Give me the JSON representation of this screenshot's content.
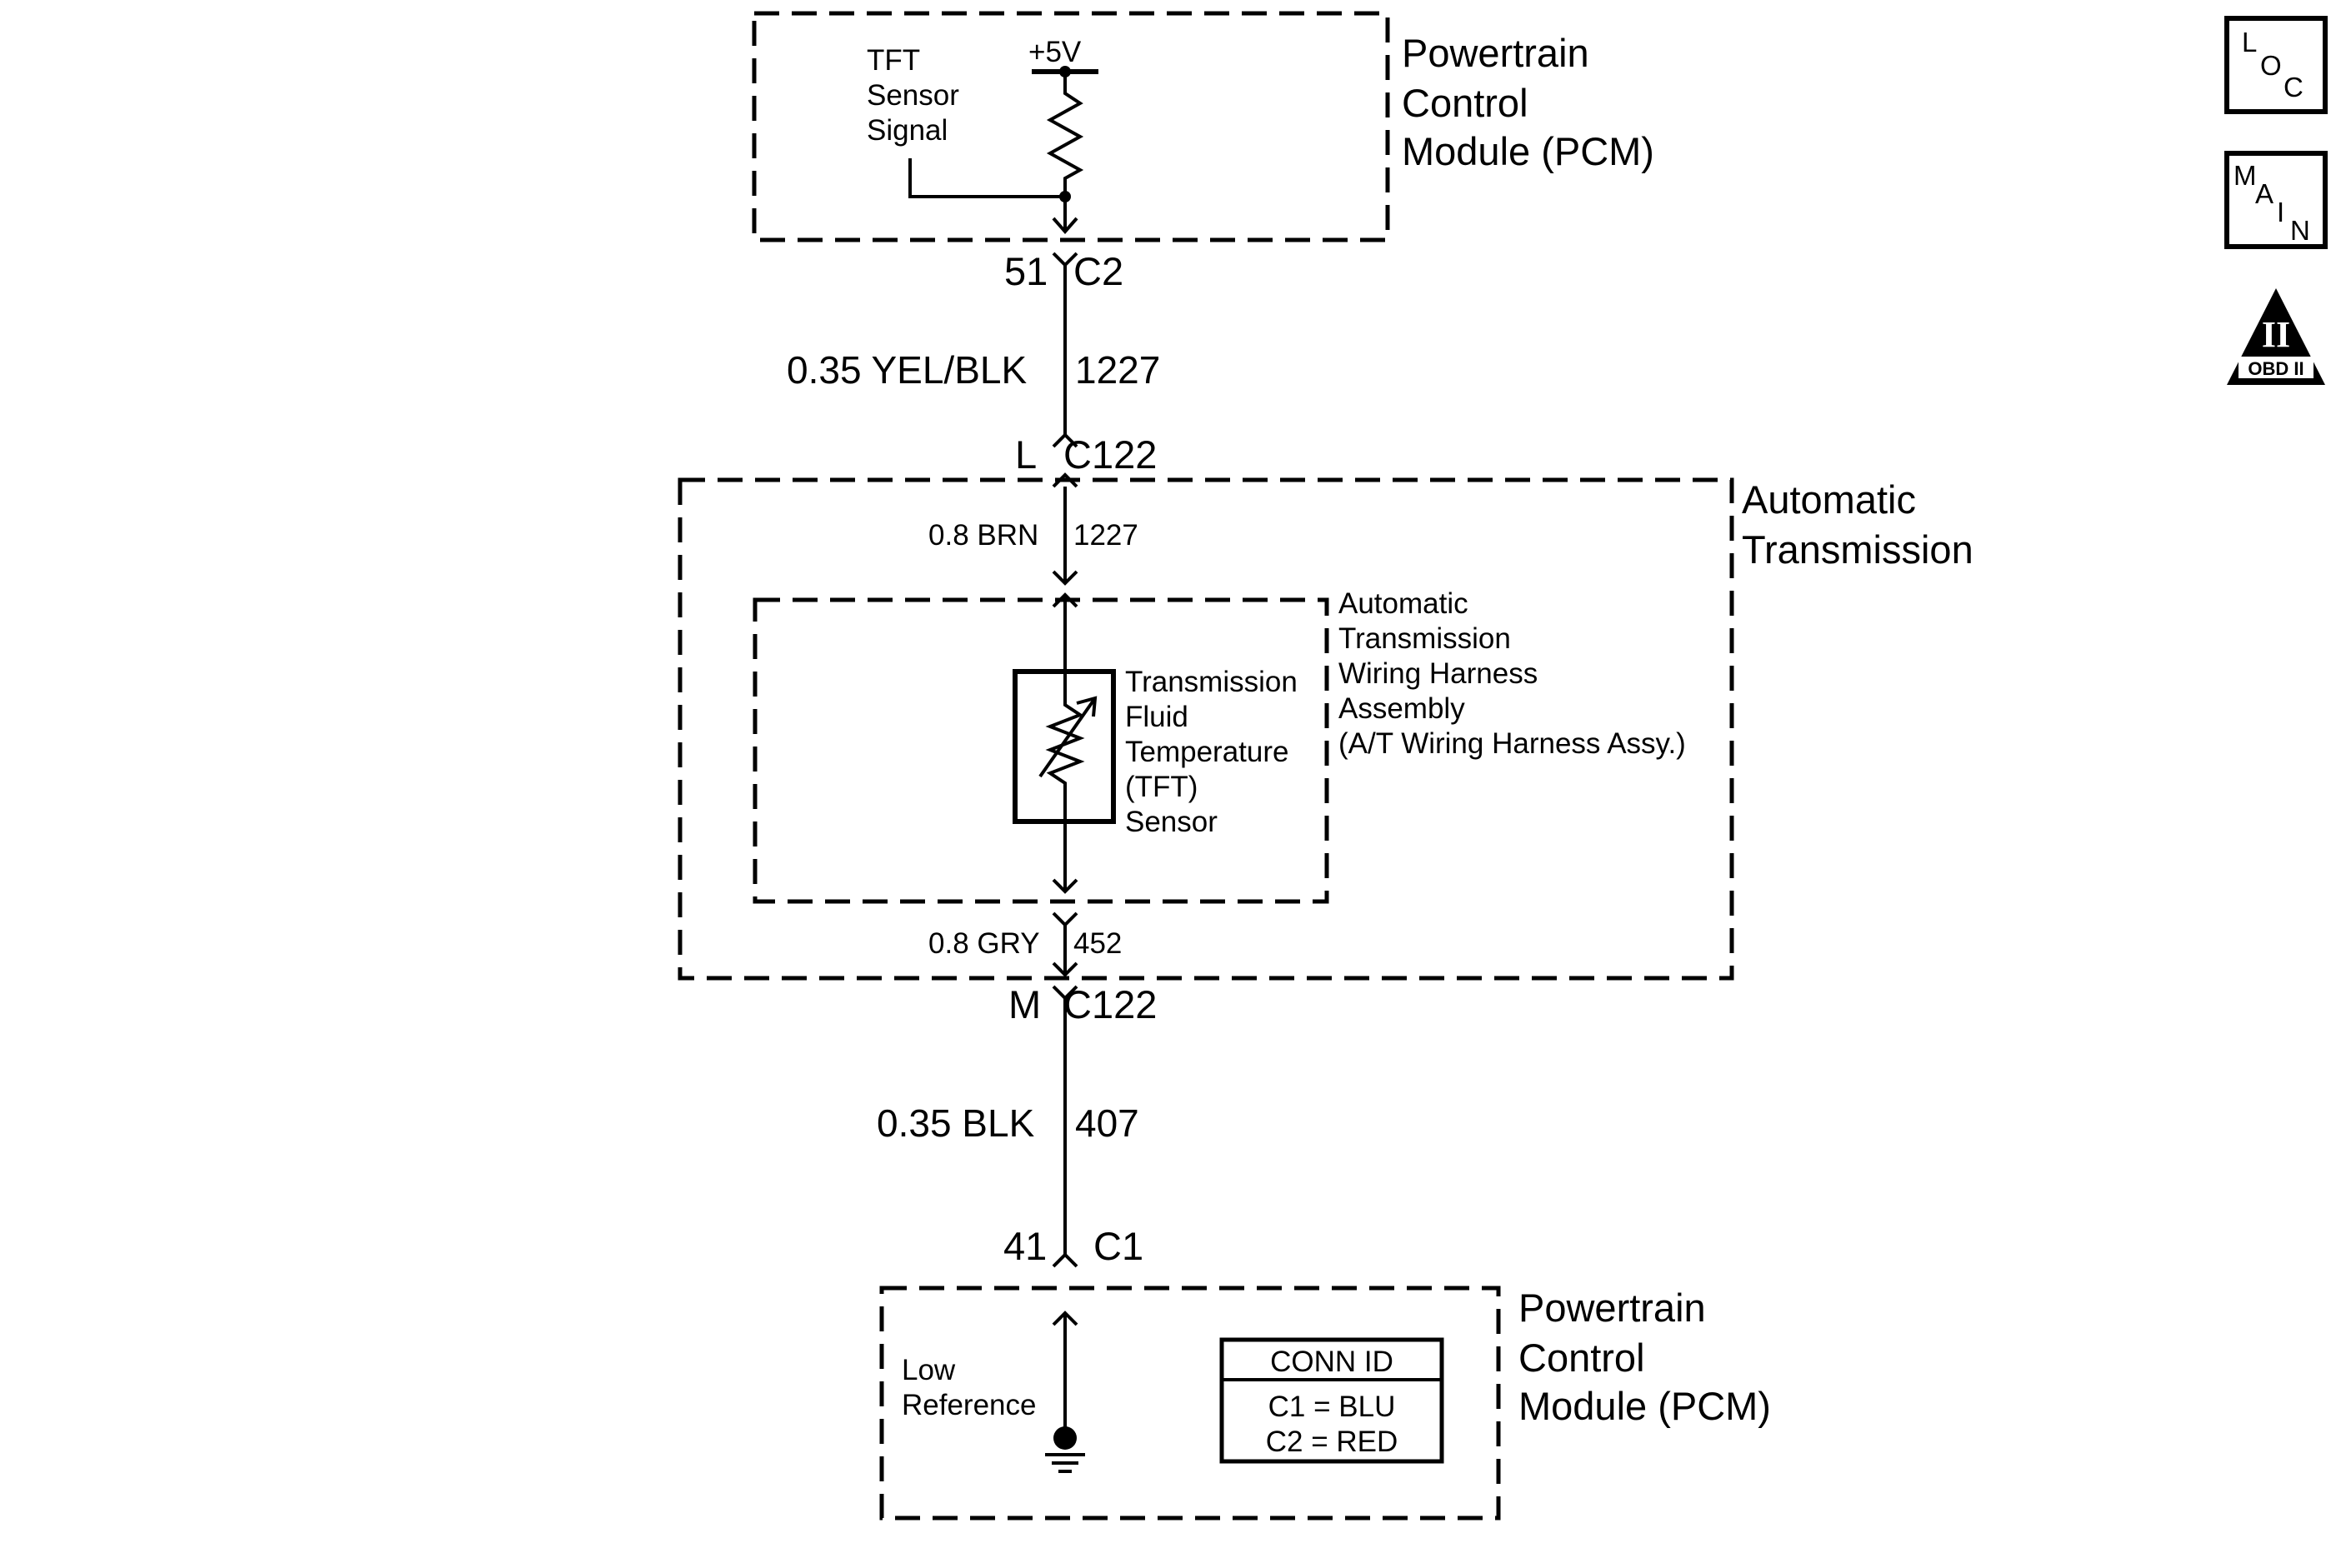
{
  "pcm_top": {
    "label": [
      "Powertrain",
      "Control",
      "Module (PCM)"
    ],
    "signal_label": [
      "TFT",
      "Sensor",
      "Signal"
    ],
    "supply": "+5V"
  },
  "conn_c2": {
    "pin": "51",
    "name": "C2"
  },
  "wire_1227_outer": {
    "gauge_color": "0.35 YEL/BLK",
    "circuit": "1227"
  },
  "conn_c122_l": {
    "pin": "L",
    "name": "C122"
  },
  "auto_trans": {
    "label": [
      "Automatic",
      "Transmission"
    ]
  },
  "wire_1227_inner": {
    "gauge_color": "0.8 BRN",
    "circuit": "1227"
  },
  "harness": {
    "label": [
      "Automatic",
      "Transmission",
      "Wiring Harness",
      "Assembly",
      "(A/T Wiring Harness Assy.)"
    ]
  },
  "tft_sensor": {
    "label": [
      "Transmission",
      "Fluid",
      "Temperature",
      "(TFT)",
      "Sensor"
    ]
  },
  "wire_452": {
    "gauge_color": "0.8 GRY",
    "circuit": "452"
  },
  "conn_c122_m": {
    "pin": "M",
    "name": "C122"
  },
  "wire_407": {
    "gauge_color": "0.35 BLK",
    "circuit": "407"
  },
  "conn_c1": {
    "pin": "41",
    "name": "C1"
  },
  "pcm_bottom": {
    "label": [
      "Powertrain",
      "Control",
      "Module (PCM)"
    ],
    "ref_label": [
      "Low",
      "Reference"
    ]
  },
  "conn_id": {
    "header": "CONN ID",
    "rows": [
      "C1 = BLU",
      "C2 = RED"
    ]
  },
  "side_icons": {
    "loc": [
      "L",
      "O",
      "C"
    ],
    "main": [
      "M",
      "A",
      "I",
      "N"
    ],
    "obd_numeral": "II",
    "obd_text": "OBD II"
  }
}
